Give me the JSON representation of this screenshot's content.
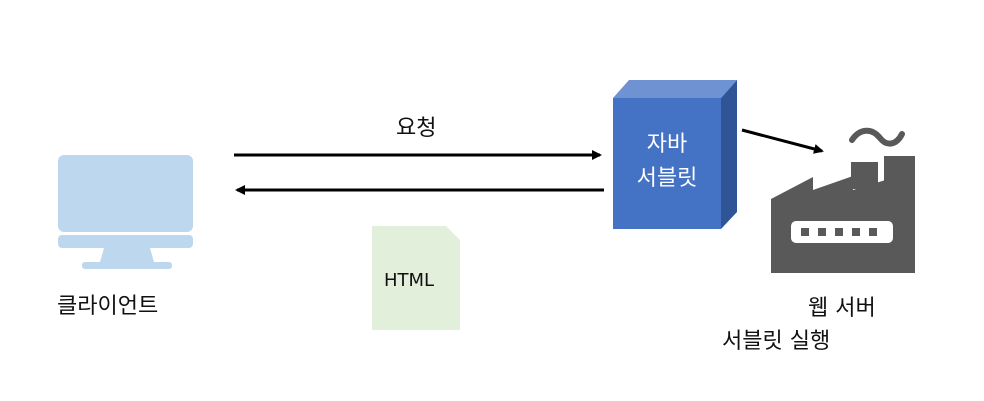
{
  "diagram": {
    "request_label": "요청",
    "client_label": "클라이언트",
    "html_doc_label": "HTML",
    "servlet": {
      "line1": "자바",
      "line2": "서블릿"
    },
    "web_server_label": "웹 서버",
    "servlet_exec_label": "서블릿 실행"
  },
  "colors": {
    "monitor": "#bdd7ee",
    "servlet_front": "#4472c4",
    "servlet_top": "#6f92d3",
    "servlet_side": "#2f5597",
    "html_doc": "#e2efda",
    "factory": "#595959",
    "arrow": "#000000"
  },
  "icons": [
    "monitor-icon",
    "document-icon",
    "factory-icon"
  ]
}
